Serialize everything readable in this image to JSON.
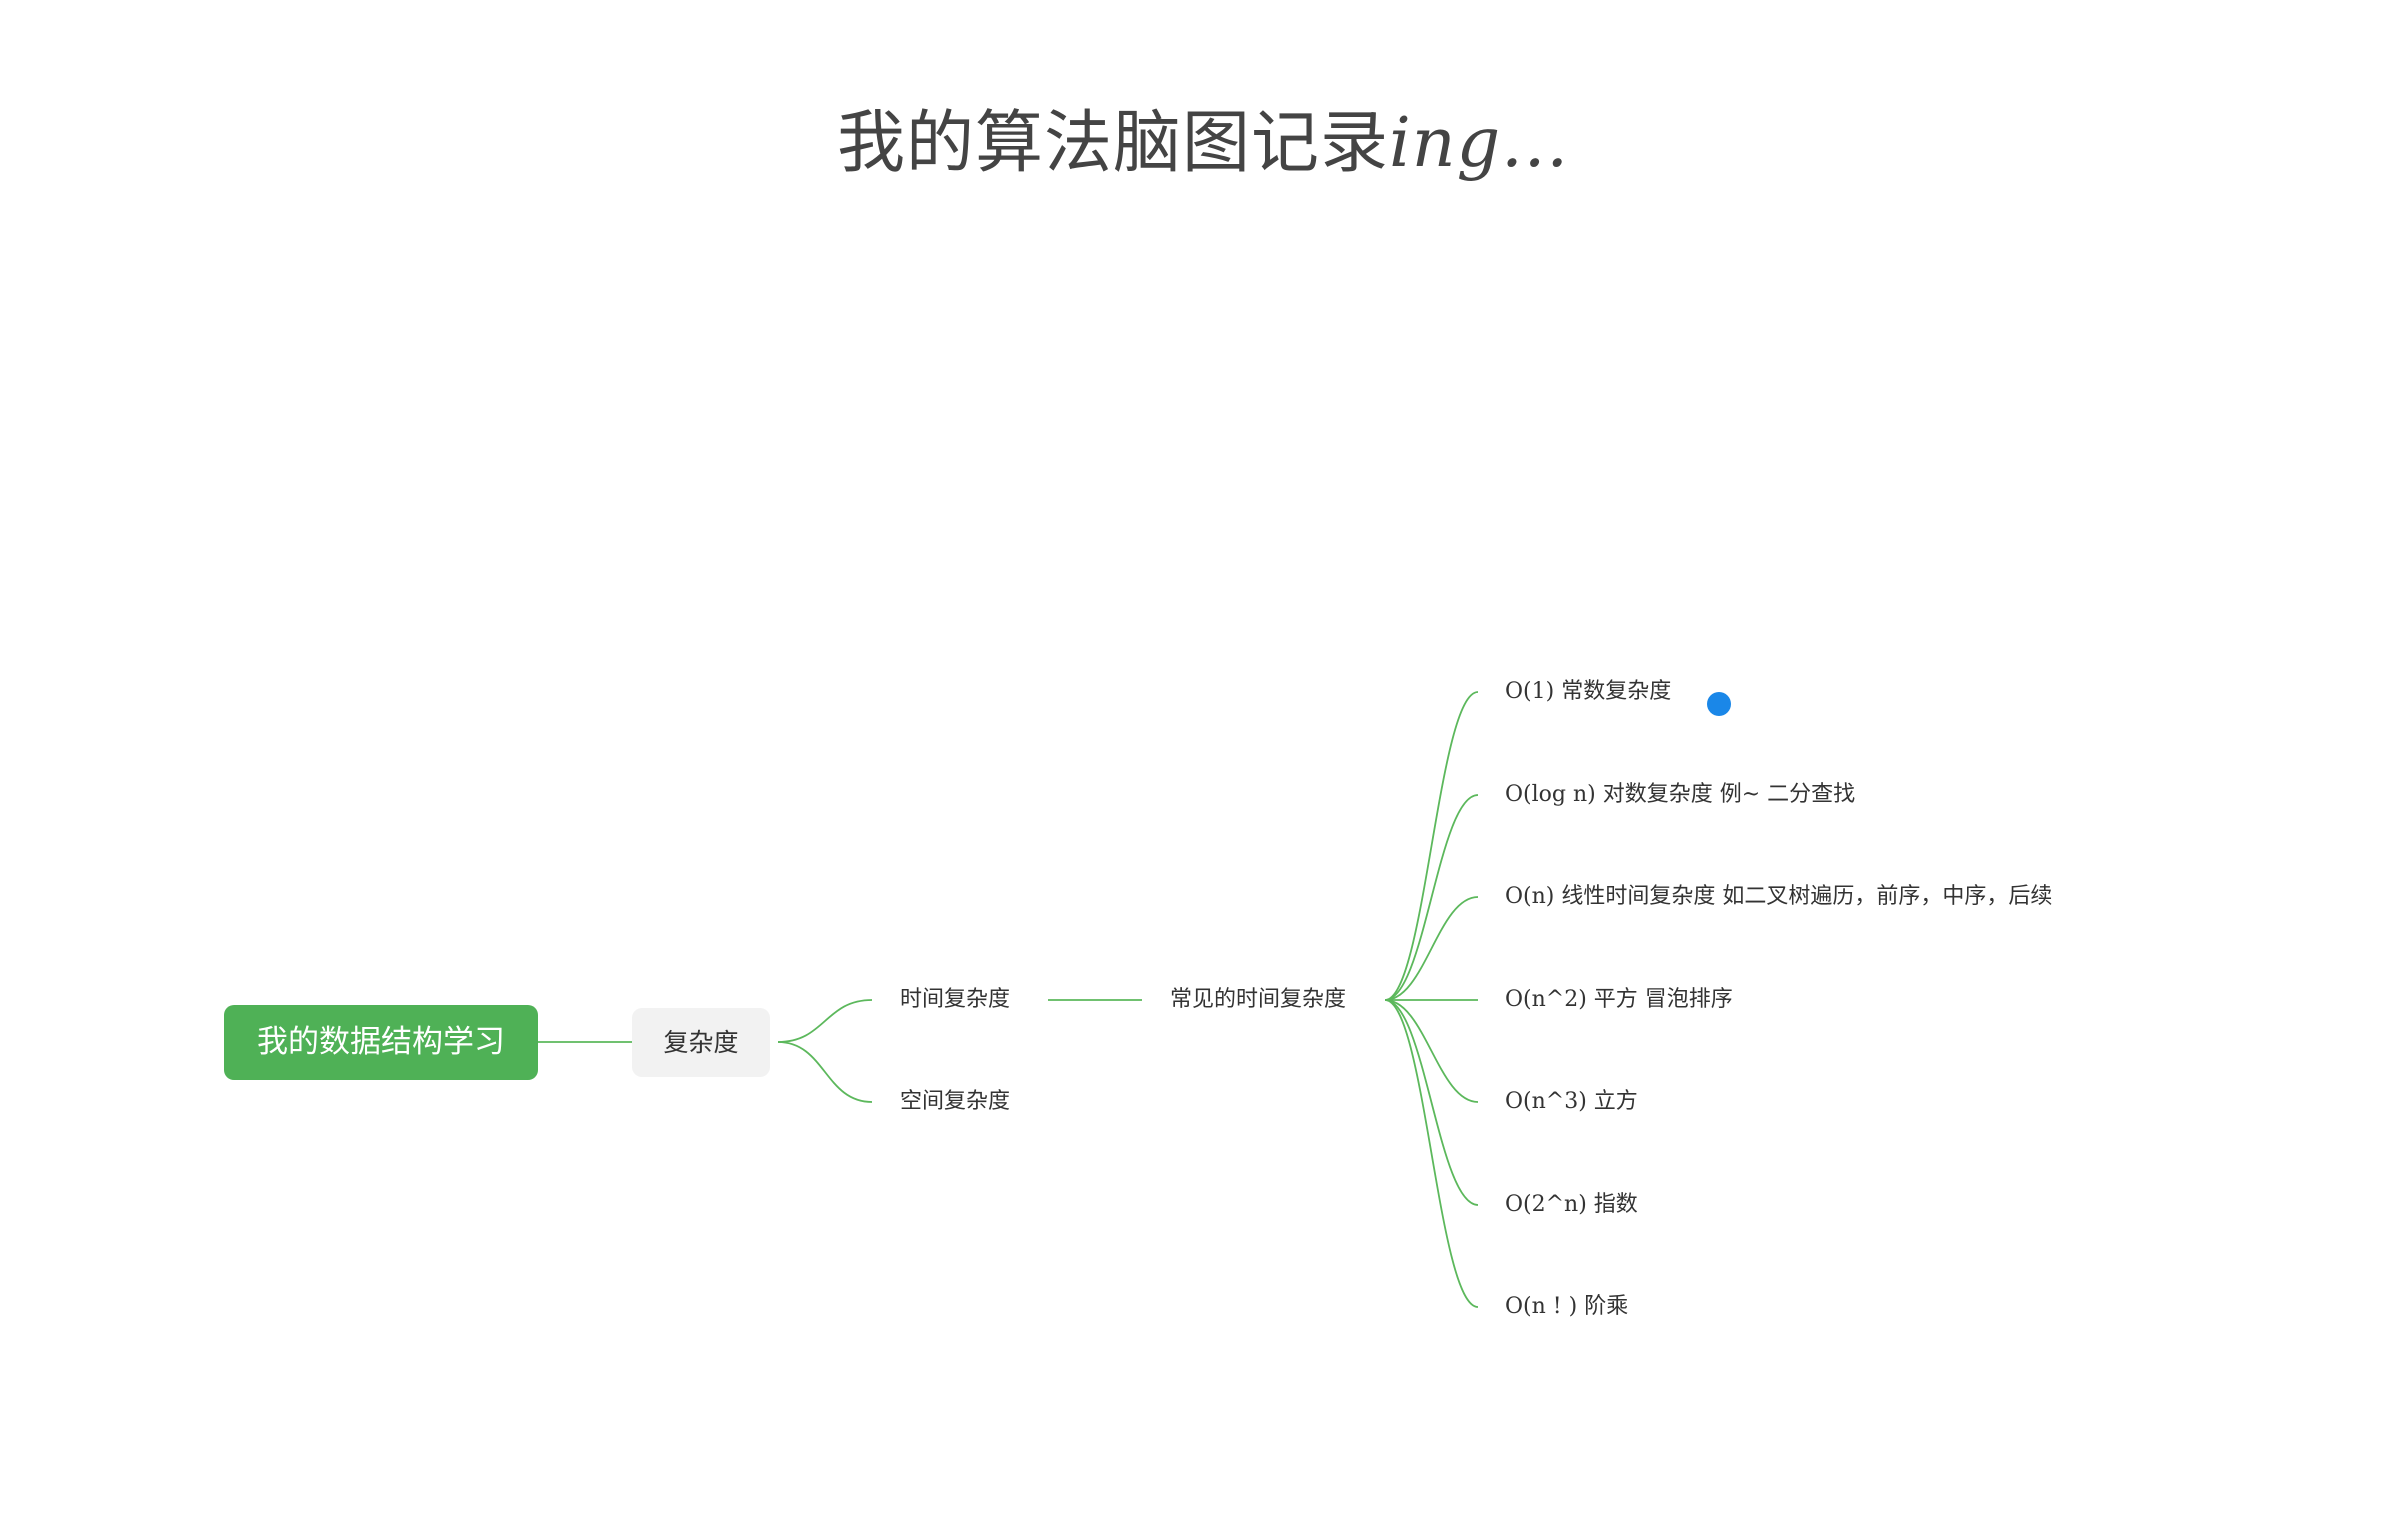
{
  "title": {
    "main": "我的算法脑图记录",
    "suffix": "ing..."
  },
  "colors": {
    "edge": "#5cb85c",
    "root_bg": "#4fb156",
    "node_bg": "#f2f2f2",
    "cursor": "#1a87e8"
  },
  "mindmap": {
    "root": "我的数据结构学习",
    "level1": "复杂度",
    "level2": [
      "时间复杂度",
      "空间复杂度"
    ],
    "level3": "常见的时间复杂度",
    "leaves": [
      "O(1) 常数复杂度",
      "O(log n) 对数复杂度 例~ 二分查找",
      "O(n) 线性时间复杂度 如二叉树遍历，前序，中序，后续",
      "O(n^2) 平方 冒泡排序",
      "O(n^3) 立方",
      "O(2^n) 指数",
      "O(n ! ) 阶乘"
    ]
  }
}
